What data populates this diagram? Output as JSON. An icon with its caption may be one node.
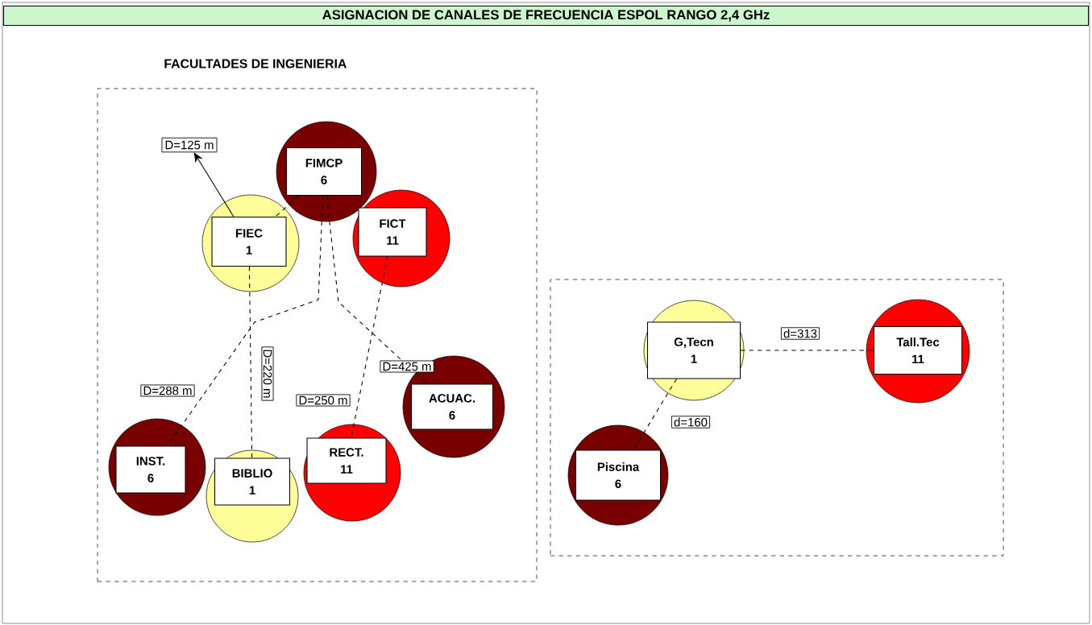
{
  "diagram": {
    "title": "ASIGNACION DE CANALES DE FRECUENCIA ESPOL RANGO 2,4 GHz",
    "nodes": [
      {
        "text": [
          "FACULTADES DE INGENIERIA"
        ]
      },
      {
        "text": [
          "FIMCP",
          "6"
        ],
        "in": 0
      },
      {
        "text": [
          "FIEC",
          "1"
        ],
        "in": 0
      },
      {
        "text": [
          "FICT",
          "11"
        ],
        "in": 0
      },
      {
        "text": [
          "INST.",
          "6"
        ],
        "in": 0
      },
      {
        "text": [
          "BIBLIO",
          "1"
        ],
        "in": 0
      },
      {
        "text": [
          "RECT.",
          "11"
        ],
        "in": 0
      },
      {
        "text": [
          "ACUAC.",
          "6"
        ],
        "in": 0
      },
      {
        "text": [],
        "shape": "box"
      },
      {
        "text": [
          "G,Tecn",
          "1"
        ],
        "in": 8
      },
      {
        "text": [
          "Tall.Tec",
          "11"
        ],
        "in": 8
      },
      {
        "text": [
          "Piscina",
          "6"
        ],
        "in": 8
      },
      {
        "text": [
          "D=125 m"
        ],
        "in": 0
      }
    ],
    "edges": [
      {
        "from": 1,
        "to": 2,
        "arrow": "none",
        "style": "dashed"
      },
      {
        "from": 1,
        "to": 4,
        "arrow": "none",
        "style": "dashed",
        "label": "D=288 m"
      },
      {
        "from": 2,
        "to": 5,
        "arrow": "none",
        "style": "dashed",
        "label": "D=220 m"
      },
      {
        "from": 1,
        "to": 7,
        "arrow": "none",
        "style": "dashed",
        "label": "D=425 m"
      },
      {
        "from": 3,
        "to": 6,
        "arrow": "none",
        "style": "dashed",
        "label": "D=250 m"
      },
      {
        "from": 2,
        "to": 12,
        "arrow": "to"
      },
      {
        "from": 9,
        "to": 10,
        "arrow": "none",
        "style": "dashed",
        "label": "d=313"
      },
      {
        "from": 9,
        "to": 11,
        "arrow": "none",
        "style": "dashed",
        "label": "d=160"
      }
    ]
  }
}
